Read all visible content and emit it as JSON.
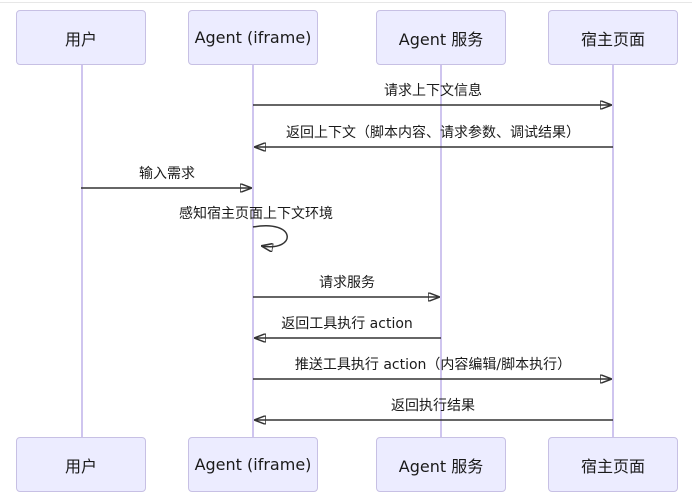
{
  "diagram": {
    "type": "sequence-diagram",
    "participants": [
      {
        "id": "user",
        "label": "用户"
      },
      {
        "id": "agent-iframe",
        "label": "Agent (iframe)"
      },
      {
        "id": "agent-service",
        "label": "Agent 服务"
      },
      {
        "id": "host-page",
        "label": "宿主页面"
      }
    ],
    "messages": [
      {
        "from": "agent-iframe",
        "to": "host-page",
        "direction": "right",
        "label": "请求上下文信息"
      },
      {
        "from": "host-page",
        "to": "agent-iframe",
        "direction": "left",
        "label": "返回上下文（脚本内容、请求参数、调试结果）"
      },
      {
        "from": "user",
        "to": "agent-iframe",
        "direction": "right",
        "label": "输入需求"
      },
      {
        "from": "agent-iframe",
        "to": "agent-iframe",
        "direction": "self",
        "label": "感知宿主页面上下文环境"
      },
      {
        "from": "agent-iframe",
        "to": "agent-service",
        "direction": "right",
        "label": "请求服务"
      },
      {
        "from": "agent-service",
        "to": "agent-iframe",
        "direction": "left",
        "label": "返回工具执行 action"
      },
      {
        "from": "agent-iframe",
        "to": "host-page",
        "direction": "right",
        "label": "推送工具执行 action（内容编辑/脚本执行）"
      },
      {
        "from": "host-page",
        "to": "agent-iframe",
        "direction": "left",
        "label": "返回执行结果"
      }
    ],
    "colors": {
      "actor_fill": "#ECECFF",
      "actor_border": "#C7C0E4",
      "lifeline": "#CFC5EF",
      "arrow": "#333333",
      "text": "#1A1A1A",
      "background": "#FFFFFF"
    }
  }
}
